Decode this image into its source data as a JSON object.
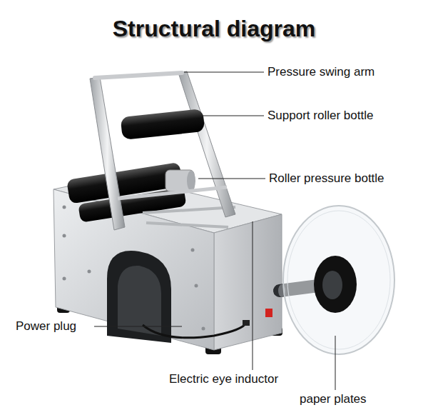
{
  "diagram": {
    "title": "Structural diagram",
    "labels": [
      "Pressure swing arm",
      "Support roller bottle",
      "Roller pressure bottle",
      "Power plug",
      "Electric eye inductor",
      "paper plates"
    ]
  }
}
